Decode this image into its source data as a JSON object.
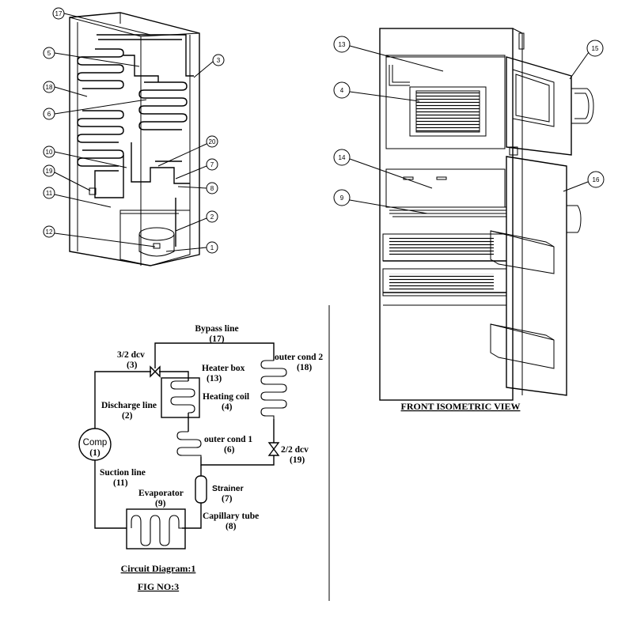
{
  "back_view": {
    "callouts": [
      "17",
      "5",
      "3",
      "18",
      "6",
      "10",
      "20",
      "7",
      "19",
      "8",
      "11",
      "2",
      "12",
      "1"
    ]
  },
  "front_view": {
    "callouts": [
      "13",
      "15",
      "4",
      "14",
      "16",
      "9"
    ],
    "title": "FRONT ISOMETRIC VIEW"
  },
  "circuit": {
    "bypass_line": "Bypass line",
    "bypass_num": "(17)",
    "dcv32": "3/2 dcv",
    "dcv32_num": "(3)",
    "heater_box": "Heater box",
    "heater_box_num": "(13)",
    "heating_coil": "Heating coil",
    "heating_coil_num": "(4)",
    "outer_cond2": "outer cond 2",
    "outer_cond2_num": "(18)",
    "discharge_line": "Discharge line",
    "discharge_num": "(2)",
    "comp": "Comp",
    "comp_num": "(1)",
    "outer_cond1": "outer cond 1",
    "outer_cond1_num": "(6)",
    "dcv22": "2/2 dcv",
    "dcv22_num": "(19)",
    "suction_line": "Suction line",
    "suction_num": "(11)",
    "strainer": "Strainer",
    "strainer_num": "(7)",
    "evaporator": "Evaporator",
    "evaporator_num": "(9)",
    "capillary": "Capillary tube",
    "capillary_num": "(8)",
    "caption1": "Circuit Diagram:1",
    "caption2": "FIG NO:3"
  }
}
